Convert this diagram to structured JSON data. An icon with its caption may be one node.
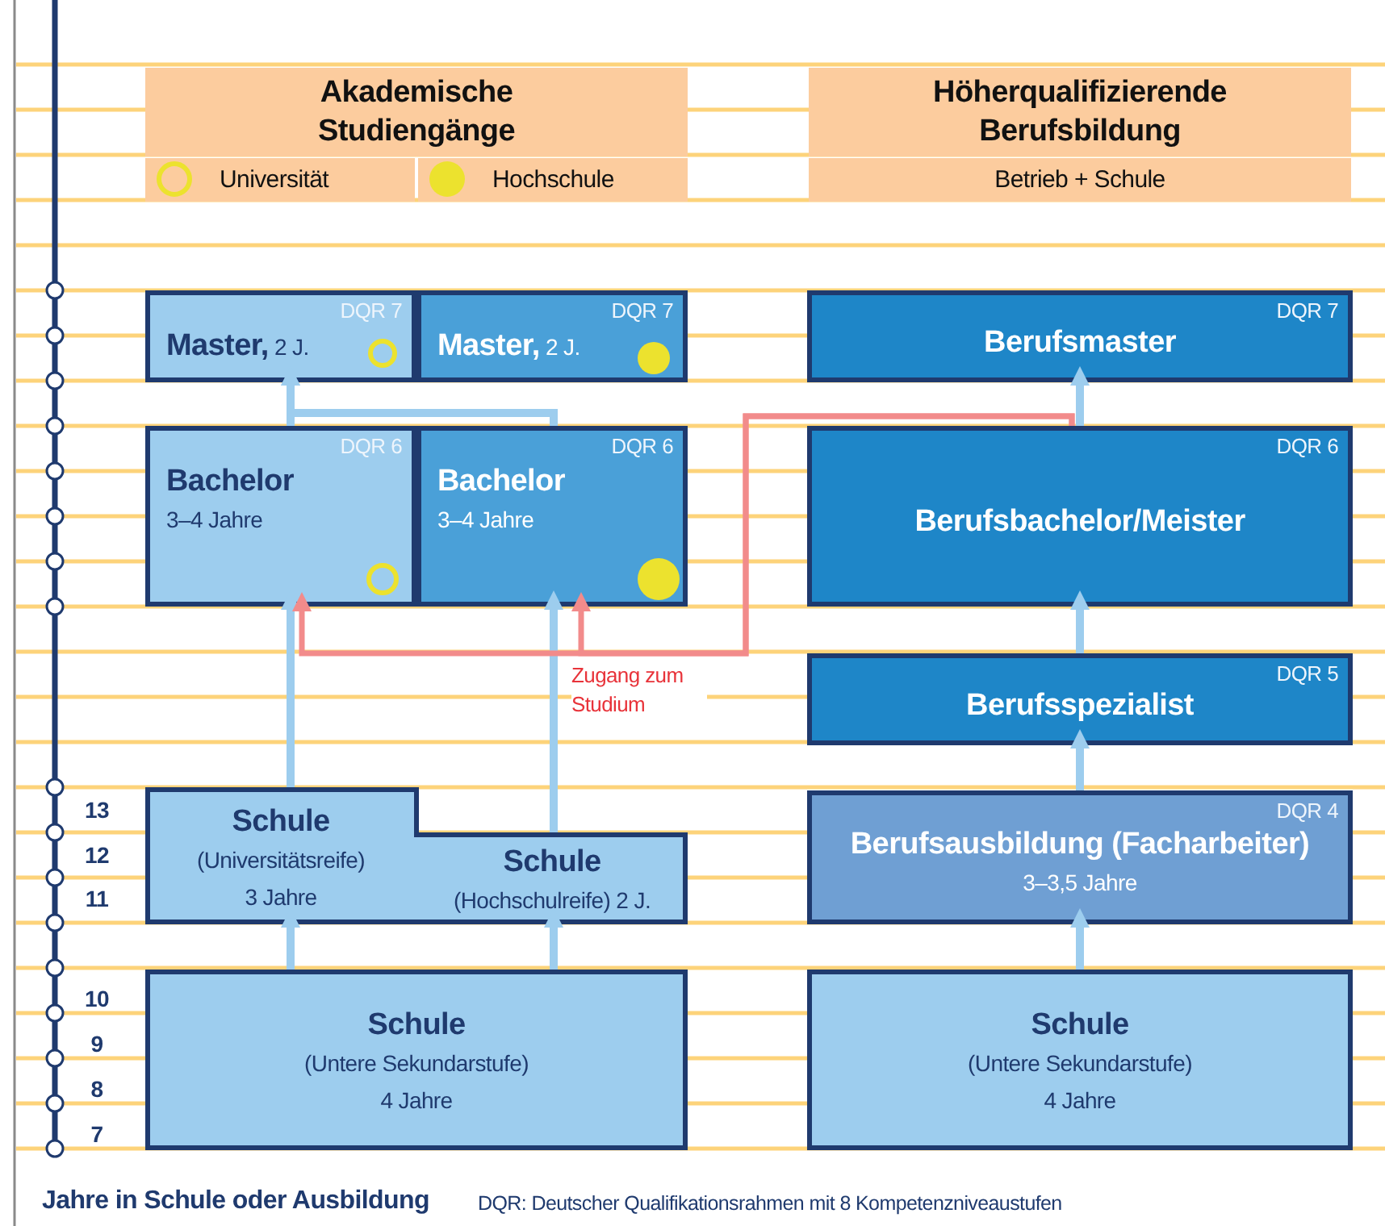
{
  "diagram": {
    "nodes": [
      {
        "text": [
          "Akademische Studiengänge"
        ]
      },
      {
        "text": [
          "Höherqualifizierende Berufsbildung",
          "Betrieb + Schule"
        ]
      },
      {
        "text": [
          "DQR 7",
          "**Master,** 2 J."
        ]
      },
      {
        "text": [
          "DQR 7",
          "**Master,** 2 J."
        ]
      },
      {
        "text": [
          "DQR 7",
          "Berufsmaster"
        ]
      },
      {
        "text": [
          "DQR 6",
          "Bachelor",
          "3–4 Jahre"
        ]
      },
      {
        "text": [
          "DQR 6",
          "Bachelor",
          "3–4 Jahre"
        ]
      },
      {
        "text": [
          "DQR 6",
          "Berufsbachelor/Meister"
        ]
      },
      {
        "text": [
          "DQR 5",
          "Berufsspezialist"
        ]
      },
      {
        "text": [
          "Schule",
          "(Universitätsreife)",
          "3 Jahre",
          "Schule",
          "(Hochschulreife) 2 J."
        ]
      },
      {
        "text": [
          "DQR 4",
          "Berufsausbildung (Facharbeiter)",
          "3–3,5 Jahre"
        ]
      },
      {
        "text": [
          "Schule",
          "(Untere Sekundarstufe)",
          "4 Jahre"
        ]
      },
      {
        "text": [
          "Schule",
          "(Untere Sekundarstufe)",
          "4 Jahre"
        ]
      }
    ],
    "edges": [
      {
        "from": 11,
        "to": 9,
        "arrow": "to"
      },
      {
        "from": 11,
        "to": 9,
        "arrow": "to"
      },
      {
        "from": 9,
        "to": 5,
        "arrow": "to"
      },
      {
        "from": 9,
        "to": 6,
        "arrow": "to"
      },
      {
        "from": 5,
        "to": 2,
        "arrow": "to"
      },
      {
        "from": 6,
        "to": 2,
        "arrow": "to"
      },
      {
        "from": 12,
        "to": 10,
        "arrow": "to"
      },
      {
        "from": 10,
        "to": 8,
        "arrow": "to"
      },
      {
        "from": 8,
        "to": 7,
        "arrow": "to"
      },
      {
        "from": 7,
        "to": 4,
        "arrow": "to"
      },
      {
        "from": 7,
        "to": 5,
        "arrow": "to",
        "color": "#f28b8b"
      },
      {
        "from": 7,
        "to": 6,
        "arrow": "to",
        "color": "#f28b8b",
        "label": "Zugang zum Studium"
      }
    ],
    "labels": [
      "13",
      "12",
      "11",
      "10",
      "9",
      "8",
      "7",
      "Jahre in Schule oder Ausbildung",
      "DQR: Deutscher Qualifikationsrahmen mit 8 Kompetenzniveaustufen"
    ],
    "legend": [
      {
        "text": "Universität"
      },
      {
        "text": "Hochschule",
        "color": "#ece22e"
      }
    ]
  }
}
